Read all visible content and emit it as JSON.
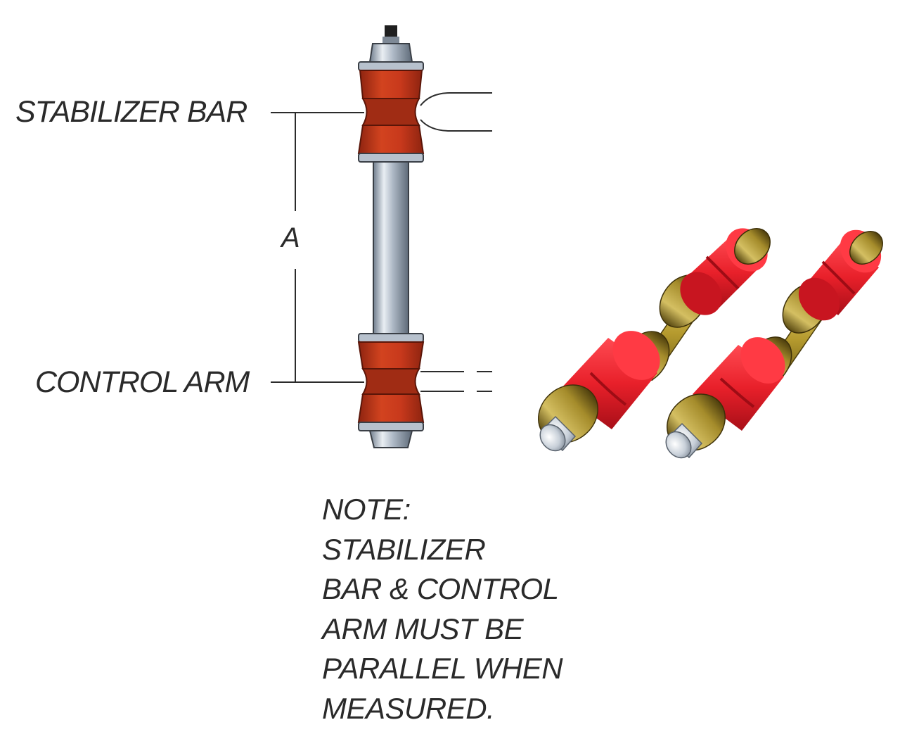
{
  "labels": {
    "stabilizer_bar": "STABILIZER BAR",
    "control_arm": "CONTROL ARM",
    "dimension": "A"
  },
  "note": {
    "lines": [
      "NOTE:",
      "STABILIZER",
      "BAR & CONTROL",
      "ARM MUST BE",
      "PARALLEL WHEN",
      "MEASURED."
    ]
  },
  "colors": {
    "bushing": "#c8391c",
    "bushing_shadow": "#8e2410",
    "photo_bushing": "#e8202a",
    "sleeve": "#b59a2e",
    "bolt": "#c7cfd8",
    "line": "#2b2b2b"
  }
}
